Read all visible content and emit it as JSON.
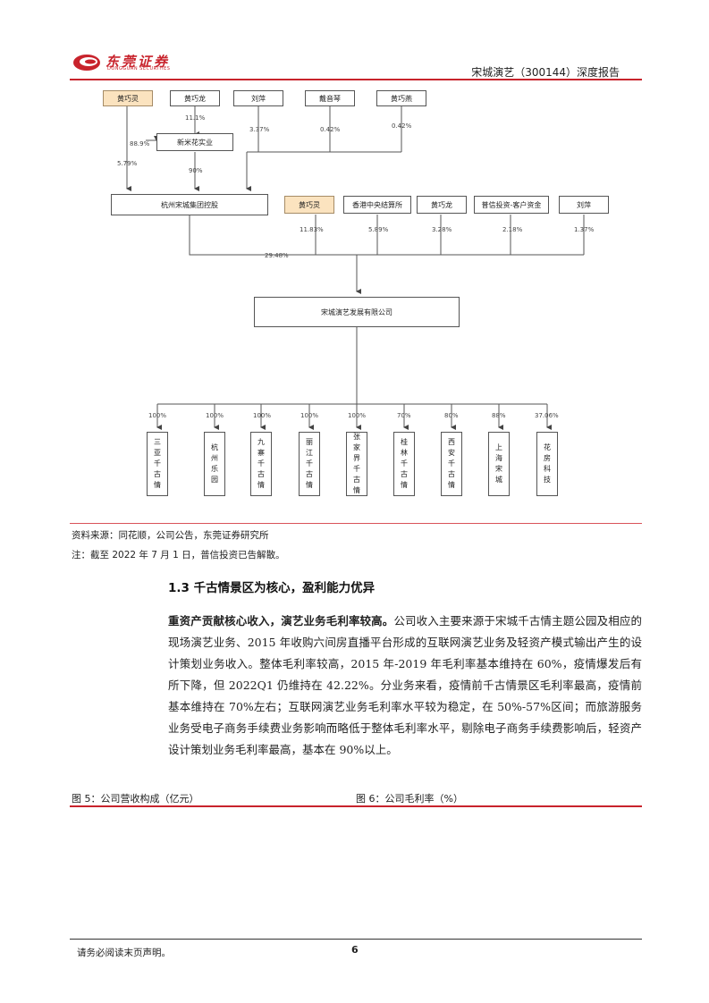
{
  "header": {
    "logo_cn": "东莞证券",
    "logo_en": "DONGGUAN SECURITIES",
    "report_title": "宋城演艺（300144）深度报告"
  },
  "org_chart": {
    "top_row": [
      {
        "name": "黄巧灵",
        "highlight": true
      },
      {
        "name": "黄巧龙",
        "highlight": false
      },
      {
        "name": "刘萍",
        "highlight": false
      },
      {
        "name": "戴音琴",
        "highlight": false
      },
      {
        "name": "黄巧燕",
        "highlight": false
      }
    ],
    "xinmi": "新米花实业",
    "group": "杭州宋城集团控股",
    "second_row": [
      {
        "name": "黄巧灵",
        "highlight": true
      },
      {
        "name": "香港中央结算所",
        "highlight": false
      },
      {
        "name": "黄巧龙",
        "highlight": false
      },
      {
        "name": "普信投资-客户资金",
        "highlight": false
      },
      {
        "name": "刘萍",
        "highlight": false
      }
    ],
    "company": "宋城演艺发展有限公司",
    "pct": {
      "hql_xinmi": "11.1%",
      "hqling_xinmi": "88.9%",
      "hqling_group": "5.79%",
      "xinmi_group": "90%",
      "lp_group": "3.37%",
      "dyq_group": "0.42%",
      "hqy_group": "0.42%",
      "group_company": "29.48%",
      "s_hqling": "11.83%",
      "s_hk": "5.89%",
      "s_hql": "3.28%",
      "s_px": "2.18%",
      "s_lp": "1.37%"
    },
    "subsidiaries": [
      {
        "name": "三亚千古情",
        "pct": "100%"
      },
      {
        "name": "杭州乐园",
        "pct": "100%"
      },
      {
        "name": "九寨千古情",
        "pct": "100%"
      },
      {
        "name": "丽江千古情",
        "pct": "100%"
      },
      {
        "name": "张家界千古情",
        "pct": "100%"
      },
      {
        "name": "桂林千古情",
        "pct": "70%"
      },
      {
        "name": "西安千古情",
        "pct": "80%"
      },
      {
        "name": "上海宋城",
        "pct": "88%"
      },
      {
        "name": "花房科技",
        "pct": "37.06%"
      }
    ]
  },
  "notes": {
    "source": "资料来源：同花顺，公司公告，东莞证券研究所",
    "note": "注：截至 2022 年 7 月 1 日，普信投资已告解散。"
  },
  "section": {
    "title": "1.3 千古情景区为核心，盈利能力优异",
    "lead": "重资产贡献核心收入，演艺业务毛利率较高。",
    "body": "公司收入主要来源于宋城千古情主题公园及相应的现场演艺业务、2015 年收购六间房直播平台形成的互联网演艺业务及轻资产模式输出产生的设计策划业务收入。整体毛利率较高，2015 年-2019 年毛利率基本维持在 60%，疫情爆发后有所下降，但 2022Q1 仍维持在 42.22%。分业务来看，疫情前千古情景区毛利率最高，疫情前基本维持在 70%左右；互联网演艺业务毛利率水平较为稳定，在 50%-57%区间；而旅游服务业务受电子商务手续费业务影响而略低于整体毛利率水平，剔除电子商务手续费影响后，轻资产设计策划业务毛利率最高，基本在 90%以上。"
  },
  "figures": {
    "fig5": "图 5：公司营收构成（亿元）",
    "fig6": "图 6：公司毛利率（%）"
  },
  "footer": {
    "disclaimer": "请务必阅读末页声明。",
    "page": "6"
  },
  "colors": {
    "brand_red": "#c8232c",
    "highlight_fill": "#fbe3bf"
  }
}
